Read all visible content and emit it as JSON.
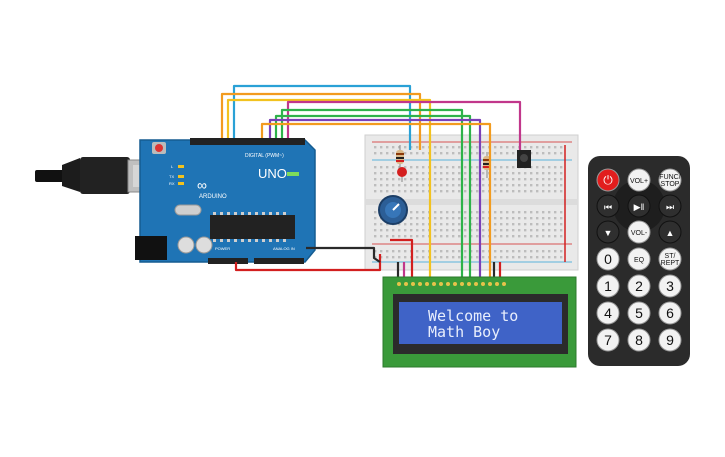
{
  "arduino": {
    "brand": "ARDUINO",
    "model": "UNO",
    "digital_label": "DIGITAL (PWM~)",
    "analog_label": "ANALOG IN",
    "power_label": "POWER",
    "leds": [
      "L",
      "TX",
      "RX"
    ]
  },
  "lcd": {
    "line1": "Welcome to",
    "line2": "Math Boy"
  },
  "remote": {
    "keys": [
      {
        "name": "power",
        "label": "⏻",
        "kind": "power"
      },
      {
        "name": "vol-up",
        "label": "VOL+",
        "kind": "small"
      },
      {
        "name": "func-stop",
        "label": "FUNC/ STOP",
        "kind": "small"
      },
      {
        "name": "prev",
        "label": "⏮",
        "kind": "nav"
      },
      {
        "name": "play-pause",
        "label": "▶‖",
        "kind": "nav"
      },
      {
        "name": "next",
        "label": "⏭",
        "kind": "nav"
      },
      {
        "name": "down",
        "label": "▼",
        "kind": "nav"
      },
      {
        "name": "vol-down",
        "label": "VOL-",
        "kind": "small"
      },
      {
        "name": "up",
        "label": "▲",
        "kind": "nav"
      },
      {
        "name": "0",
        "label": "0",
        "kind": "num"
      },
      {
        "name": "eq",
        "label": "EQ",
        "kind": "small"
      },
      {
        "name": "st-rept",
        "label": "ST/ REPT",
        "kind": "small"
      },
      {
        "name": "1",
        "label": "1",
        "kind": "num"
      },
      {
        "name": "2",
        "label": "2",
        "kind": "num"
      },
      {
        "name": "3",
        "label": "3",
        "kind": "num"
      },
      {
        "name": "4",
        "label": "4",
        "kind": "num"
      },
      {
        "name": "5",
        "label": "5",
        "kind": "num"
      },
      {
        "name": "6",
        "label": "6",
        "kind": "num"
      },
      {
        "name": "7",
        "label": "7",
        "kind": "num"
      },
      {
        "name": "8",
        "label": "8",
        "kind": "num"
      },
      {
        "name": "9",
        "label": "9",
        "kind": "num"
      }
    ]
  },
  "colors": {
    "arduino_board": "#1f74b5",
    "breadboard": "#e9e9e9",
    "lcd_pcb": "#3a9a3a",
    "lcd_screen": "#3f63c7",
    "remote_body": "#2b2b2b",
    "power_key": "#e21d1d",
    "wire_blue": "#2aa1d6",
    "wire_orange": "#f29b1f",
    "wire_yellow": "#f2c21f",
    "wire_magenta": "#c1378b",
    "wire_green": "#2eb24a",
    "wire_purple": "#7a3fb8",
    "wire_red": "#d21f1f",
    "wire_black": "#2a2a2a"
  }
}
